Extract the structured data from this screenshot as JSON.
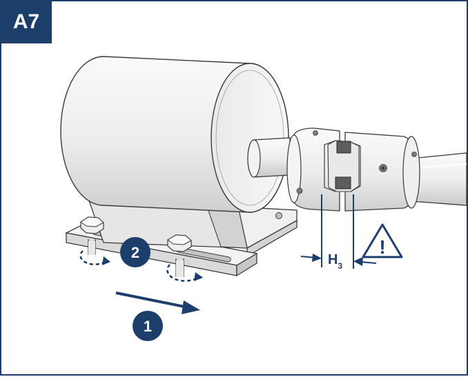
{
  "step": {
    "label": "A7"
  },
  "callouts": [
    {
      "number": "1"
    },
    {
      "number": "2"
    }
  ],
  "dimension": {
    "symbol": "H",
    "subscript": "3"
  },
  "warning": {
    "glyph": "!"
  },
  "colors": {
    "brand_navy": "#1c3e6b",
    "outline": "#3a3a3a",
    "part_fill": "#f2f2f2",
    "shade": "#d9d9d9"
  },
  "icons": [
    "warning-triangle-icon",
    "direction-arrow-icon",
    "rotation-arrow-icon"
  ]
}
